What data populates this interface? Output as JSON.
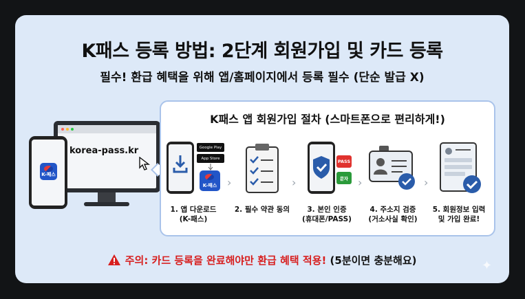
{
  "title": "K패스 등록 방법: 2단계 회원가입 및 카드 등록",
  "subtitle": "필수! 환급 혜택을 위해 앱/홈페이지에서 등록 필수 (단순 발급 X)",
  "devices": {
    "url": "korea-pass.kr",
    "app_icon_label": "K-패스"
  },
  "panel": {
    "title": "K패스 앱 회원가입 절차 (스마트폰으로 편리하게!)",
    "steps": [
      {
        "line1": "1. 앱 다운로드",
        "line2": "(K-패스)",
        "icon": "download-phone-icon"
      },
      {
        "line1": "2. 필수 약관 동의",
        "line2": "",
        "icon": "checklist-clipboard-icon"
      },
      {
        "line1": "3. 본인 인증",
        "line2": "(휴대폰/PASS)",
        "icon": "shield-phone-icon"
      },
      {
        "line1": "4. 주소지 검증",
        "line2": "(거소사실 확인)",
        "icon": "id-card-icon"
      },
      {
        "line1": "5. 회원정보 입력",
        "line2": "및 가입 완료!",
        "icon": "form-check-icon"
      }
    ],
    "badges": {
      "google_play": "Google Play",
      "app_store": "App Store",
      "app_label": "K-패스",
      "pass": "PASS",
      "sms": "문자"
    }
  },
  "warning": {
    "icon": "warning-triangle-icon",
    "red_text": "주의: 카드 등록을 완료해야만 환급 혜택 적용!",
    "black_text": "(5분이면 충분해요)"
  },
  "colors": {
    "card_bg": "#dde9f8",
    "panel_border": "#a9c3ea",
    "accent_blue": "#2256c8",
    "warning_red": "#d71f1f"
  }
}
